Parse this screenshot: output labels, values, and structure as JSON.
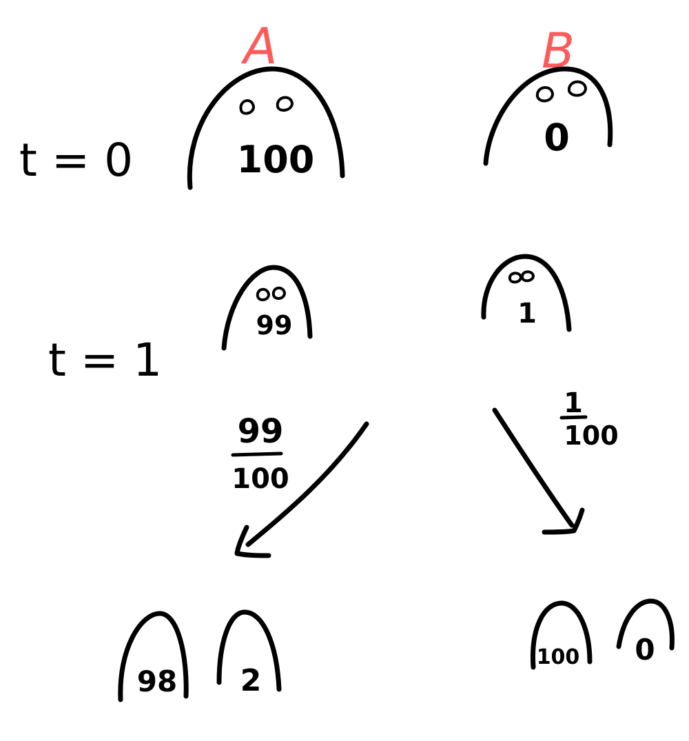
{
  "labels": {
    "column_a": "A",
    "column_b": "B",
    "row_t0": "t = 0",
    "row_t1": "t = 1"
  },
  "t0": {
    "a_value": "100",
    "b_value": "0"
  },
  "t1": {
    "a_value": "99",
    "b_value": "1"
  },
  "transitions": {
    "left_prob_num": "99",
    "left_prob_den": "100",
    "right_prob_num": "1",
    "right_prob_den": "100"
  },
  "outcomes": {
    "left_a": "98",
    "left_b": "2",
    "right_a": "100",
    "right_b": "0"
  },
  "colors": {
    "ink": "#000000",
    "accent": "#ff5a5a"
  }
}
